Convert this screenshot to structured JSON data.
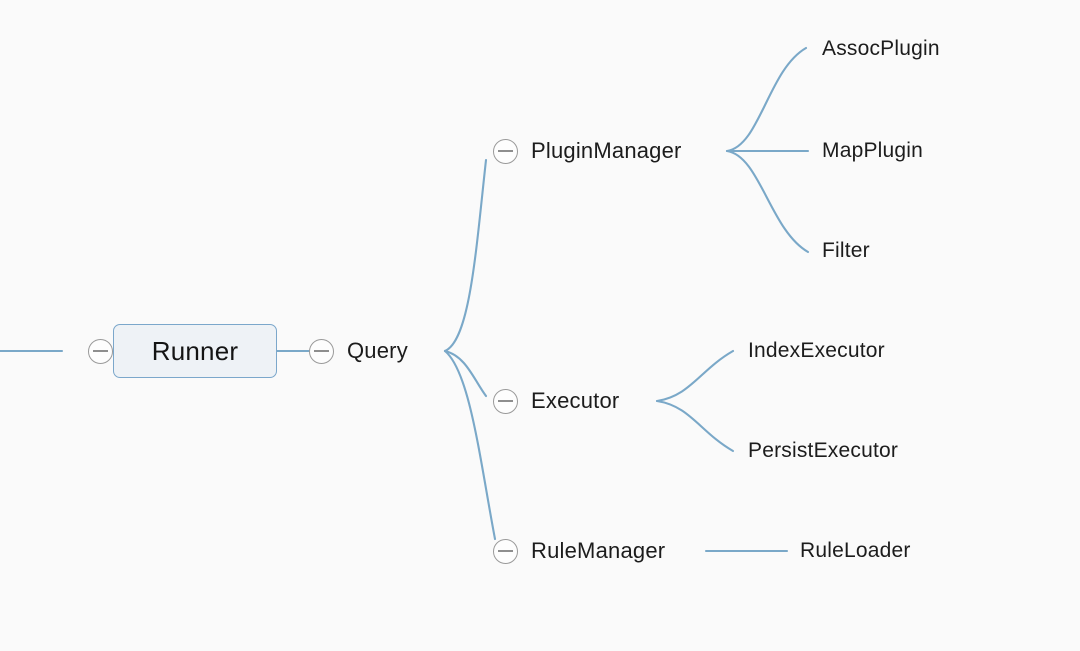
{
  "canvas": {
    "background_color": "#fafafa",
    "edge_color": "#7aa8c8",
    "root_fill_color": "#eef2f6",
    "root_border_color": "#7ba7cb",
    "toggle_border_color": "#9a9a9a",
    "text_color": "#1c1c1c"
  },
  "toggle_icon_name": "collapse-minus-icon",
  "nodes": {
    "root": {
      "label": "Runner"
    },
    "query": {
      "label": "Query"
    },
    "plugin_manager": {
      "label": "PluginManager"
    },
    "executor": {
      "label": "Executor"
    },
    "rule_manager": {
      "label": "RuleManager"
    },
    "assoc_plugin": {
      "label": "AssocPlugin"
    },
    "map_plugin": {
      "label": "MapPlugin"
    },
    "filter": {
      "label": "Filter"
    },
    "index_executor": {
      "label": "IndexExecutor"
    },
    "persist_executor": {
      "label": "PersistExecutor"
    },
    "rule_loader": {
      "label": "RuleLoader"
    }
  },
  "tree": {
    "root": "Runner",
    "children": [
      {
        "label": "Query",
        "children": [
          {
            "label": "PluginManager",
            "children": [
              {
                "label": "AssocPlugin"
              },
              {
                "label": "MapPlugin"
              },
              {
                "label": "Filter"
              }
            ]
          },
          {
            "label": "Executor",
            "children": [
              {
                "label": "IndexExecutor"
              },
              {
                "label": "PersistExecutor"
              }
            ]
          },
          {
            "label": "RuleManager",
            "children": [
              {
                "label": "RuleLoader"
              }
            ]
          }
        ]
      }
    ]
  }
}
